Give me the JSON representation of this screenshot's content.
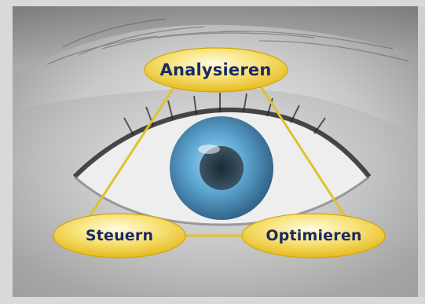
{
  "diagram": {
    "nodes": [
      {
        "id": "analyze",
        "label": "Analysieren"
      },
      {
        "id": "control",
        "label": "Steuern"
      },
      {
        "id": "optimize",
        "label": "Optimieren"
      }
    ],
    "edges": [
      {
        "from": "analyze",
        "to": "control"
      },
      {
        "from": "analyze",
        "to": "optimize"
      },
      {
        "from": "control",
        "to": "optimize"
      }
    ],
    "colors": {
      "line": "#e2c12a",
      "node_fill": "#f5d548",
      "node_highlight": "#fffbe3",
      "label": "#1a2a63",
      "iris": "#5fa8d4",
      "frame": "#bdbdbd"
    },
    "background_image": "eye-photo"
  }
}
